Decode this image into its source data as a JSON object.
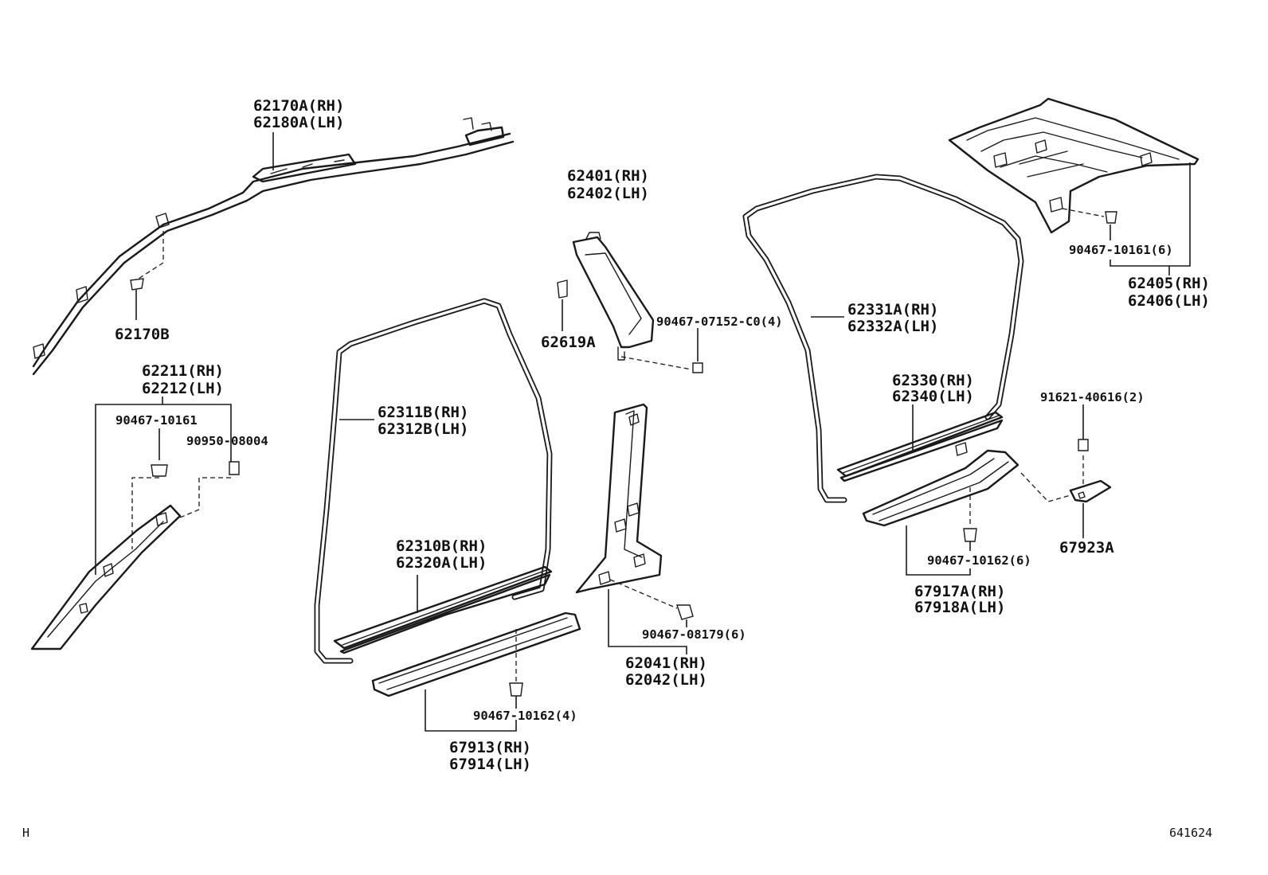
{
  "labels": {
    "p62170A": "62170A(RH)",
    "p62180A": "62180A(LH)",
    "p62170B": "62170B",
    "p62211": "62211(RH)",
    "p62212": "62212(LH)",
    "p90467_10161": "90467-10161",
    "p90950_08004": "90950-08004",
    "p62401": "62401(RH)",
    "p62402": "62402(LH)",
    "p62619A": "62619A",
    "p90467_07152": "90467-07152-C0(4)",
    "p62311B": "62311B(RH)",
    "p62312B": "62312B(LH)",
    "p62310B": "62310B(RH)",
    "p62320A": "62320A(LH)",
    "p90467_10162_4": "90467-10162(4)",
    "p67913": "67913(RH)",
    "p67914": "67914(LH)",
    "p62041": "62041(RH)",
    "p62042": "62042(LH)",
    "p90467_08179": "90467-08179(6)",
    "p62331A": "62331A(RH)",
    "p62332A": "62332A(LH)",
    "p62330": "62330(RH)",
    "p62340": "62340(LH)",
    "p90467_10161_6": "90467-10161(6)",
    "p62405": "62405(RH)",
    "p62406": "62406(LH)",
    "p91621_40616": "91621-40616(2)",
    "p67923A": "67923A",
    "p90467_10162_6": "90467-10162(6)",
    "p67917A": "67917A(RH)",
    "p67918A": "67918A(LH)"
  },
  "corner": {
    "left": "H",
    "right": "641624"
  }
}
